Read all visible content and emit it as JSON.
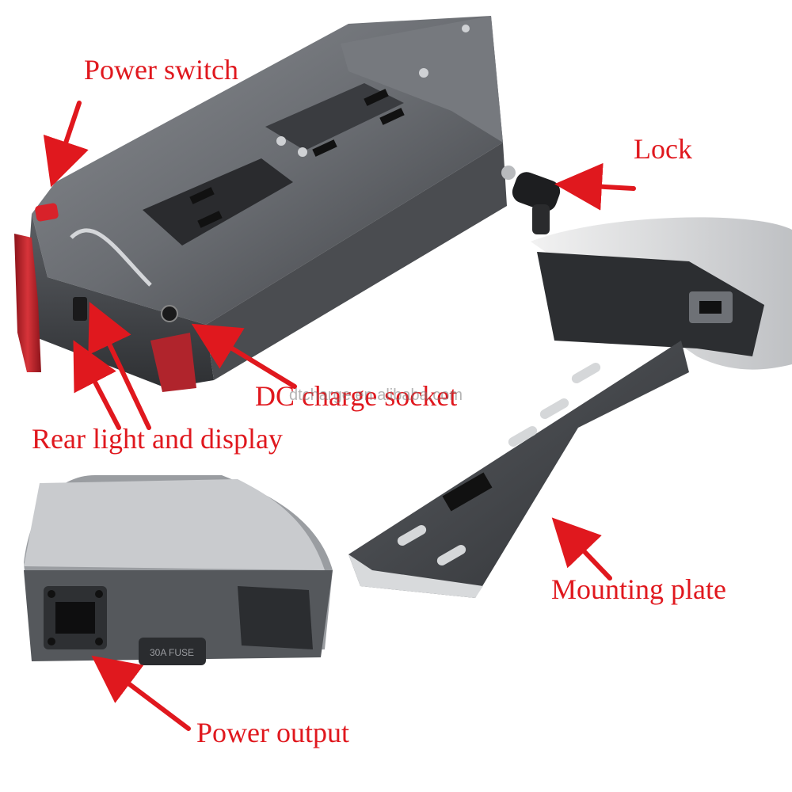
{
  "labels": {
    "power_switch": "Power switch",
    "lock": "Lock",
    "dc_charge_socket": "DC charge socket",
    "rear_light_display": "Rear light and display",
    "mounting_plate": "Mounting plate",
    "power_output": "Power output"
  },
  "watermark": "dtcharge.en.alibaba.com",
  "engravings": {
    "fuse": "30A FUSE"
  },
  "colors": {
    "label": "#e0181e",
    "battery_body": "#6b6e73",
    "plate": "#4a4d52",
    "rear_light": "#c8202a"
  }
}
